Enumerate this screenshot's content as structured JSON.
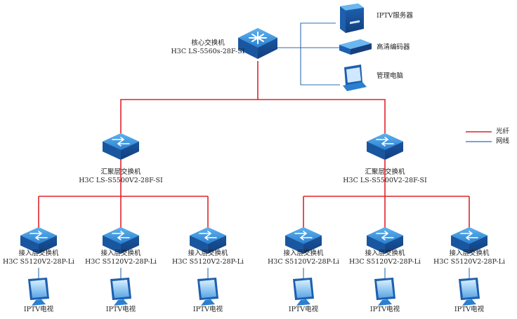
{
  "core_switch": {
    "name": "核心交换机",
    "model": "H3C LS-5560s-28F-SI"
  },
  "servers": [
    {
      "label": "IPTV服务器",
      "icon": "server-icon"
    },
    {
      "label": "高清编码器",
      "icon": "encoder-icon"
    },
    {
      "label": "管理电脑",
      "icon": "laptop-icon"
    }
  ],
  "legend": [
    {
      "label": "光纤",
      "color": "#e0242a"
    },
    {
      "label": "网线",
      "color": "#2e6db0"
    }
  ],
  "aggregation": [
    {
      "name": "汇聚层交换机",
      "model": "H3C LS-S5500V2-28F-SI"
    },
    {
      "name": "汇聚层交换机",
      "model": "H3C LS-S5500V2-28F-SI"
    }
  ],
  "access": [
    {
      "name": "接入层交换机",
      "model": "H3C S5120V2-28P-Li"
    },
    {
      "name": "接入层交换机",
      "model": "H3C S5120V2-28P-Li"
    },
    {
      "name": "接入层交换机",
      "model": "H3C S5120V2-28P-Li"
    },
    {
      "name": "接入层交换机",
      "model": "H3C S5120V2-28P-Li"
    },
    {
      "name": "接入层交换机",
      "model": "H3C S5120V2-28P-Li"
    },
    {
      "name": "接入层交换机",
      "model": "H3C S5120V2-28P-Li"
    }
  ],
  "tvs": [
    "IPTV电视",
    "IPTV电视",
    "IPTV电视",
    "IPTV电视",
    "IPTV电视",
    "IPTV电视"
  ],
  "colors": {
    "fiber": "#e0242a",
    "cable": "#2e6db0",
    "device": "#2a7fd0"
  }
}
